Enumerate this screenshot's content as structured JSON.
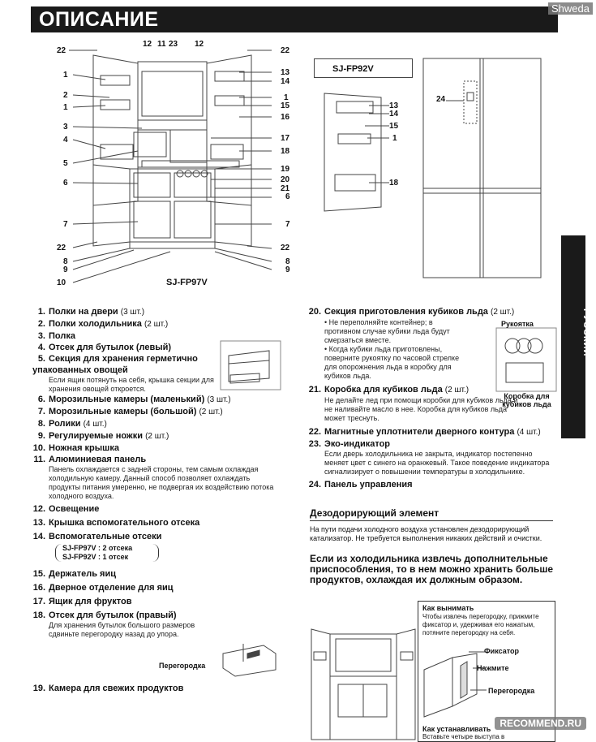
{
  "header": {
    "title": "ОПИСАНИЕ",
    "watermark": "Shweda"
  },
  "diagram_main": {
    "model_label": "SJ-FP97V",
    "labels": [
      "22",
      "1",
      "2",
      "1",
      "3",
      "4",
      "5",
      "6",
      "7",
      "22",
      "8",
      "9",
      "10",
      "12",
      "11",
      "23",
      "12",
      "22",
      "13",
      "14",
      "1",
      "15",
      "16",
      "17",
      "18",
      "19",
      "20",
      "21",
      "6",
      "7",
      "22",
      "8",
      "9"
    ]
  },
  "diagram_side": {
    "model_label": "SJ-FP92V",
    "labels": [
      "13",
      "14",
      "15",
      "1",
      "18"
    ]
  },
  "diagram_front": {
    "labels": [
      "24"
    ]
  },
  "language_tab": "РУССКИЙ",
  "items_left": [
    {
      "n": "1.",
      "t": "Полки на двери",
      "c": "(3 шт.)"
    },
    {
      "n": "2.",
      "t": "Полки холодильника",
      "c": "(2 шт.)"
    },
    {
      "n": "3.",
      "t": "Полка",
      "c": ""
    },
    {
      "n": "4.",
      "t": "Отсек для бутылок (левый)",
      "c": ""
    },
    {
      "n": "5.",
      "t": "Секция для хранения герметично упакованных овощей",
      "c": "",
      "d": "Если ящик потянуть на себя, крышка секции для хранения овощей откроется."
    },
    {
      "n": "6.",
      "t": "Морозильные камеры (маленький)",
      "c": "(3 шт.)"
    },
    {
      "n": "7.",
      "t": "Морозильные камеры (большой)",
      "c": "(2 шт.)"
    },
    {
      "n": "8.",
      "t": "Ролики",
      "c": "(4 шт.)"
    },
    {
      "n": "9.",
      "t": "Регулируемые ножки",
      "c": "(2 шт.)"
    },
    {
      "n": "10.",
      "t": "Ножная крышка",
      "c": ""
    },
    {
      "n": "11.",
      "t": "Алюминиевая панель",
      "c": "",
      "d": "Панель охлаждается с задней стороны, тем самым охлаждая холодильную камеру. Данный способ позволяет охлаждать продукты питания умеренно, не подвергая их воздействию потока холодного воздуха."
    },
    {
      "n": "12.",
      "t": "Освещение",
      "c": ""
    },
    {
      "n": "13.",
      "t": "Крышка вспомогательного отсека",
      "c": ""
    },
    {
      "n": "14.",
      "t": "Вспомогательные отсеки",
      "c": ""
    },
    {
      "n": "15.",
      "t": "Держатель яиц",
      "c": ""
    },
    {
      "n": "16.",
      "t": "Дверное отделение для яиц",
      "c": ""
    },
    {
      "n": "17.",
      "t": "Ящик для фруктов",
      "c": ""
    },
    {
      "n": "18.",
      "t": "Отсек для бутылок (правый)",
      "c": "",
      "d": "Для хранения бутылок большого размеров сдвиньте перегородку назад до упора."
    },
    {
      "n": "19.",
      "t": "Камера для свежих продуктов",
      "c": ""
    }
  ],
  "item14_models": [
    "SJ-FP97V  : 2 отсека",
    "SJ-FP92V  : 1 отсек"
  ],
  "partition_label": "Перегородка",
  "items_right": [
    {
      "n": "20.",
      "t": "Секция приготовления кубиков льда",
      "c": "(2 шт.)"
    },
    {
      "n": "21.",
      "t": "Коробка для кубиков льда",
      "c": "(2 шт.)",
      "d": "Не делайте лед при помощи коробки для кубиков льда и не наливайте масло в нее. Коробка для кубиков льда может треснуть."
    },
    {
      "n": "22.",
      "t": "Магнитные уплотнители дверного контура",
      "c": "(4 шт.)"
    },
    {
      "n": "23.",
      "t": "Эко-индикатор",
      "c": "",
      "d": "Если дверь холодильника не закрыта, индикатор постепенно меняет цвет с синего на оранжевый. Такое поведение индикатора сигнализирует о повышении температуры в холодильнике."
    },
    {
      "n": "24.",
      "t": "Панель управления",
      "c": ""
    }
  ],
  "item20_bullets": [
    "• Не переполняйте контейнер; в противном случае кубики льда будут смерзаться вместе.",
    "• Когда кубики льда приготовлены, поверните рукоятку по часовой стрелке для опорожнения льда в коробку для кубиков льда."
  ],
  "icemaker_labels": {
    "handle": "Рукоятка",
    "box": "Коробка для кубиков льда"
  },
  "deodorizer": {
    "title": "Дезодорирующий элемент",
    "text": "На пути подачи холодного воздуха установлен дезодорирующий катализатор. Не требуется выполнения никаких действий и очистки."
  },
  "removal_heading": "Если из холодильника извлечь дополнительные приспособления, то в нем можно хранить больше продуктов, охлаждая их должным образом.",
  "removal_box": {
    "title": "Как вынимать",
    "text": "Чтобы извлечь перегородку, прижмите фиксатор и, удерживая его нажатым, потяните перегородку на себя.",
    "lock_label": "Фиксатор",
    "press_label": "Нажмите",
    "partition_label": "Перегородка",
    "install_title": "Как устанавливать",
    "install_text": "Вставьте четыре выступа в"
  },
  "site_watermark": "RECOMMEND.RU"
}
